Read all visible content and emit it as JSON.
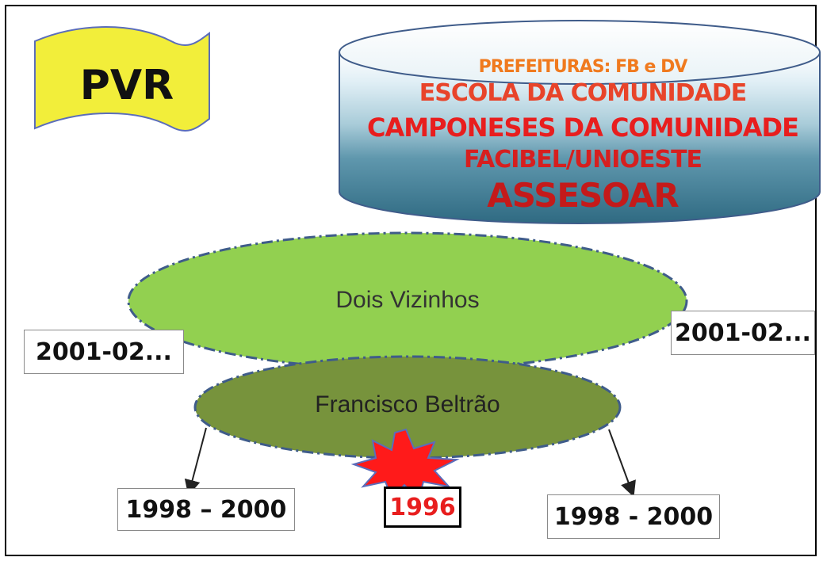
{
  "flag": {
    "label": "PVR",
    "color": "#f2ee3a"
  },
  "cylinder": {
    "lines": [
      {
        "text": "PREFEITURAS:  FB e DV",
        "color": "#f07a1e"
      },
      {
        "text": "ESCOLA DA COMUNIDADE",
        "color": "#e8442a"
      },
      {
        "text": "CAMPONESES DA COMUNIDADE",
        "color": "#e81e1e"
      },
      {
        "text": "FACIBEL/UNIOESTE",
        "color": "#d61f1f"
      },
      {
        "text": "ASSESOAR",
        "color": "#c41a1a"
      }
    ]
  },
  "ellipses": {
    "dois_vizinhos": {
      "label": "Dois Vizinhos",
      "color": "#92d050"
    },
    "francisco_beltrao": {
      "label": "Francisco Beltrão",
      "color": "#77933c"
    }
  },
  "boxes": {
    "left_top": "2001-02...",
    "right_top": "2001-02...",
    "left_bottom": "1998 – 2000",
    "right_bottom": "1998 - 2000",
    "center": {
      "label": "1996",
      "color": "#e81e1e"
    }
  }
}
